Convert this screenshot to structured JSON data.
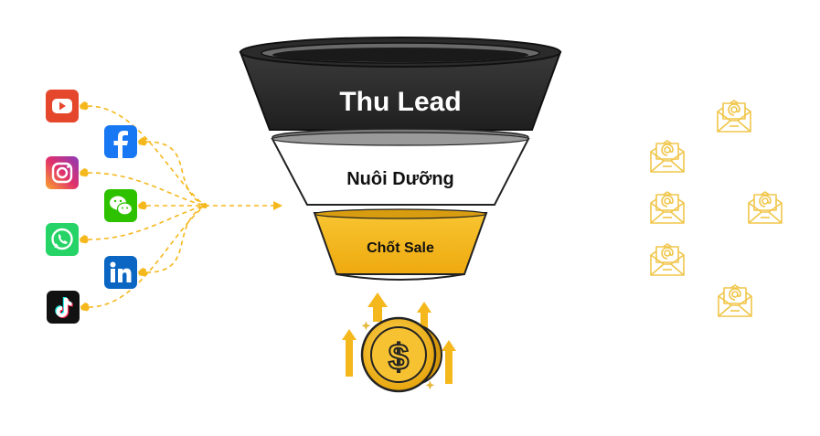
{
  "funnel": {
    "stages": [
      {
        "label": "Thu Lead",
        "color": "#2b2b2b",
        "text_color": "#ffffff"
      },
      {
        "label": "Nuôi Dưỡng",
        "color": "#ffffff",
        "text_color": "#111111"
      },
      {
        "label": "Chốt Sale",
        "color": "#f5b81c",
        "text_color": "#111111"
      }
    ]
  },
  "sources": [
    {
      "icon": "youtube-icon",
      "color": "#e5472c"
    },
    {
      "icon": "facebook-icon",
      "color": "#1877f2"
    },
    {
      "icon": "instagram-icon",
      "color": "#d6306b"
    },
    {
      "icon": "wechat-icon",
      "color": "#2dc100"
    },
    {
      "icon": "whatsapp-icon",
      "color": "#25d366"
    },
    {
      "icon": "linkedin-icon",
      "color": "#0a66c2"
    },
    {
      "icon": "tiktok-icon",
      "color": "#111111"
    }
  ],
  "connector_color": "#f5b81c",
  "coin": {
    "icon": "dollar-coin-icon",
    "color": "#f5b81c"
  },
  "emails": {
    "icon": "email-envelope-icon",
    "color": "#f0c64a",
    "count": 6
  }
}
